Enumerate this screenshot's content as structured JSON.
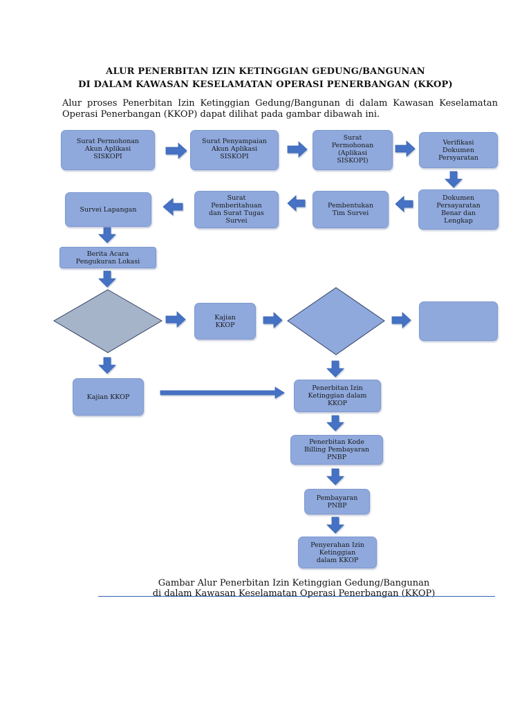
{
  "header": {
    "line1": "ALUR PENERBITAN IZIN KETINGGIAN GEDUNG/BANGUNAN",
    "line2": "DI DALAM KAWASAN KESELAMATAN OPERASI PENERBANGAN (KKOP)"
  },
  "intro": "Alur proses Penerbitan Izin Ketinggian Gedung/Bangunan di dalam Kawasan Keselamatan Operasi Penerbangan (KKOP) dapat dilihat pada gambar dibawah ini.",
  "nodes": {
    "surat_permohonan_akun": "Surat Permohonan\nAkun Aplikasi\nSISKOPI",
    "surat_penyampaian_akun": "Surat Penyampaian\nAkun Aplikasi\nSISKOPI",
    "surat_permohonan_aplikasi": "Surat\nPermohonan\n(Aplikasi\nSISKOPI)",
    "verifikasi_dokumen": "Verifikasi\nDokumen\nPersyaratan",
    "dokumen_lengkap": "Dokumen\nPersayaratan\nBenar dan\nLengkap",
    "pembentukan_tim": "Pembentukan\nTim Survei",
    "surat_pemberitahuan": "Surat\nPemberitahuan\ndan Surat Tugas\nSurvei",
    "survei_lapangan": "Survei Lapangan",
    "berita_acara": "Berita Acara\nPengukuran Lokasi",
    "kajian_kkop_mid": "Kajian\nKKOP",
    "kajian_kkop_low": "Kajian KKOP",
    "penerbitan_izin": "Penerbitan Izin\nKetinggian dalam\nKKOP",
    "penerbitan_kode": "Penerbitan Kode\nBilling Pembayaran\nPNBP",
    "pembayaran": "Pembayaran\nPNBP",
    "penyerahan": "Penyerahan Izin\nKetinggian\ndalam KKOP"
  },
  "caption": {
    "line1": "Gambar Alur Penerbitan Izin Ketinggian Gedung/Bangunan",
    "line2": "di dalam Kawasan Keselamatan Operasi Penerbangan (KKOP)"
  },
  "colors": {
    "box_fill": "#8fa9dd",
    "arrow_fill": "#4472c4",
    "diamond_left_fill": "#a6b4c9",
    "diamond_right_fill": "#8fa9dd"
  }
}
